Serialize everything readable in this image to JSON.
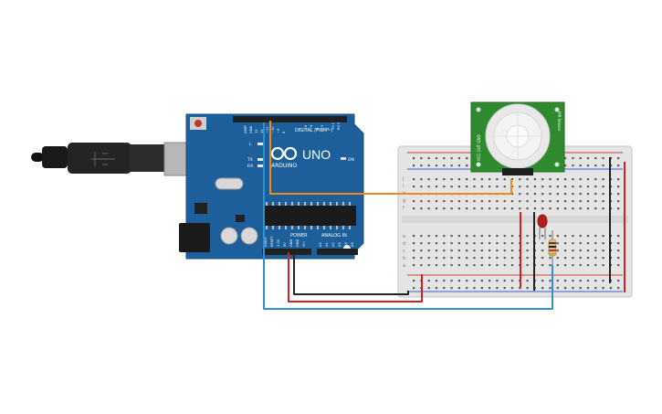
{
  "arduino": {
    "brand_text": "ARDUINO",
    "model_text": "UNO",
    "digital_label": "DIGITAL (PWM~)",
    "power_label": "POWER",
    "analog_label": "ANALOG IN",
    "on_label": "ON",
    "led_labels": [
      "L",
      "TX",
      "RX"
    ],
    "top_pin_labels": [
      "AREF",
      "GND",
      "13",
      "12",
      "~11",
      "~10",
      "~9",
      "8",
      "7",
      "~6",
      "~5",
      "4",
      "~3",
      "2",
      "TX 1",
      "RX 0"
    ],
    "power_pin_labels": [
      "IOREF",
      "RESET",
      "3.3V",
      "5V",
      "GND",
      "GND",
      "Vin"
    ],
    "analog_pin_labels": [
      "A0",
      "A1",
      "A2",
      "A3",
      "A4",
      "A5"
    ]
  },
  "pir_sensor": {
    "side_label_left": "VCC OUT GND",
    "side_label_right": "PIR Sensor"
  },
  "breadboard": {
    "row_letters": [
      "a",
      "b",
      "c",
      "d",
      "e",
      "f",
      "g",
      "h",
      "i",
      "j"
    ]
  },
  "colors": {
    "arduino_board": "#1c5f9a",
    "pir_board": "#2f8a2f",
    "wire_orange": "#ef8a17",
    "wire_red": "#d42020",
    "wire_black": "#222222",
    "wire_blue": "#2a93d0",
    "led_red": "#b81d1d",
    "breadboard": "#e4e4e4"
  }
}
